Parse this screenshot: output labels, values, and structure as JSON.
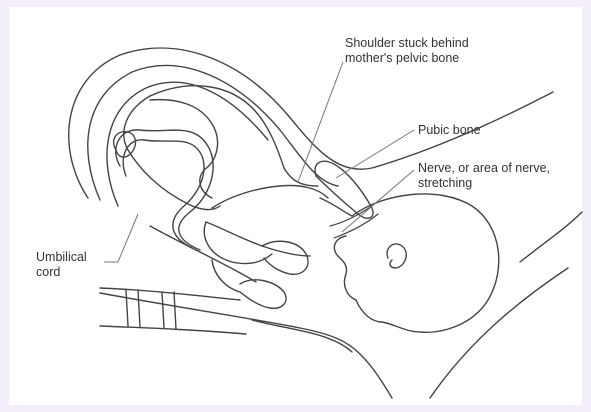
{
  "diagram": {
    "labels": {
      "shoulder": [
        "Shoulder stuck behind",
        "mother's pelvic bone"
      ],
      "pubic": [
        "Pubic bone"
      ],
      "nerve": [
        "Nerve, or area of nerve,",
        "stretching"
      ],
      "umbilical": [
        "Umbilical",
        "cord"
      ]
    }
  },
  "colors": {
    "background": "#f4eefb",
    "panel": "#ffffff",
    "line": "#444444",
    "leader": "#777777",
    "text": "#333333"
  }
}
